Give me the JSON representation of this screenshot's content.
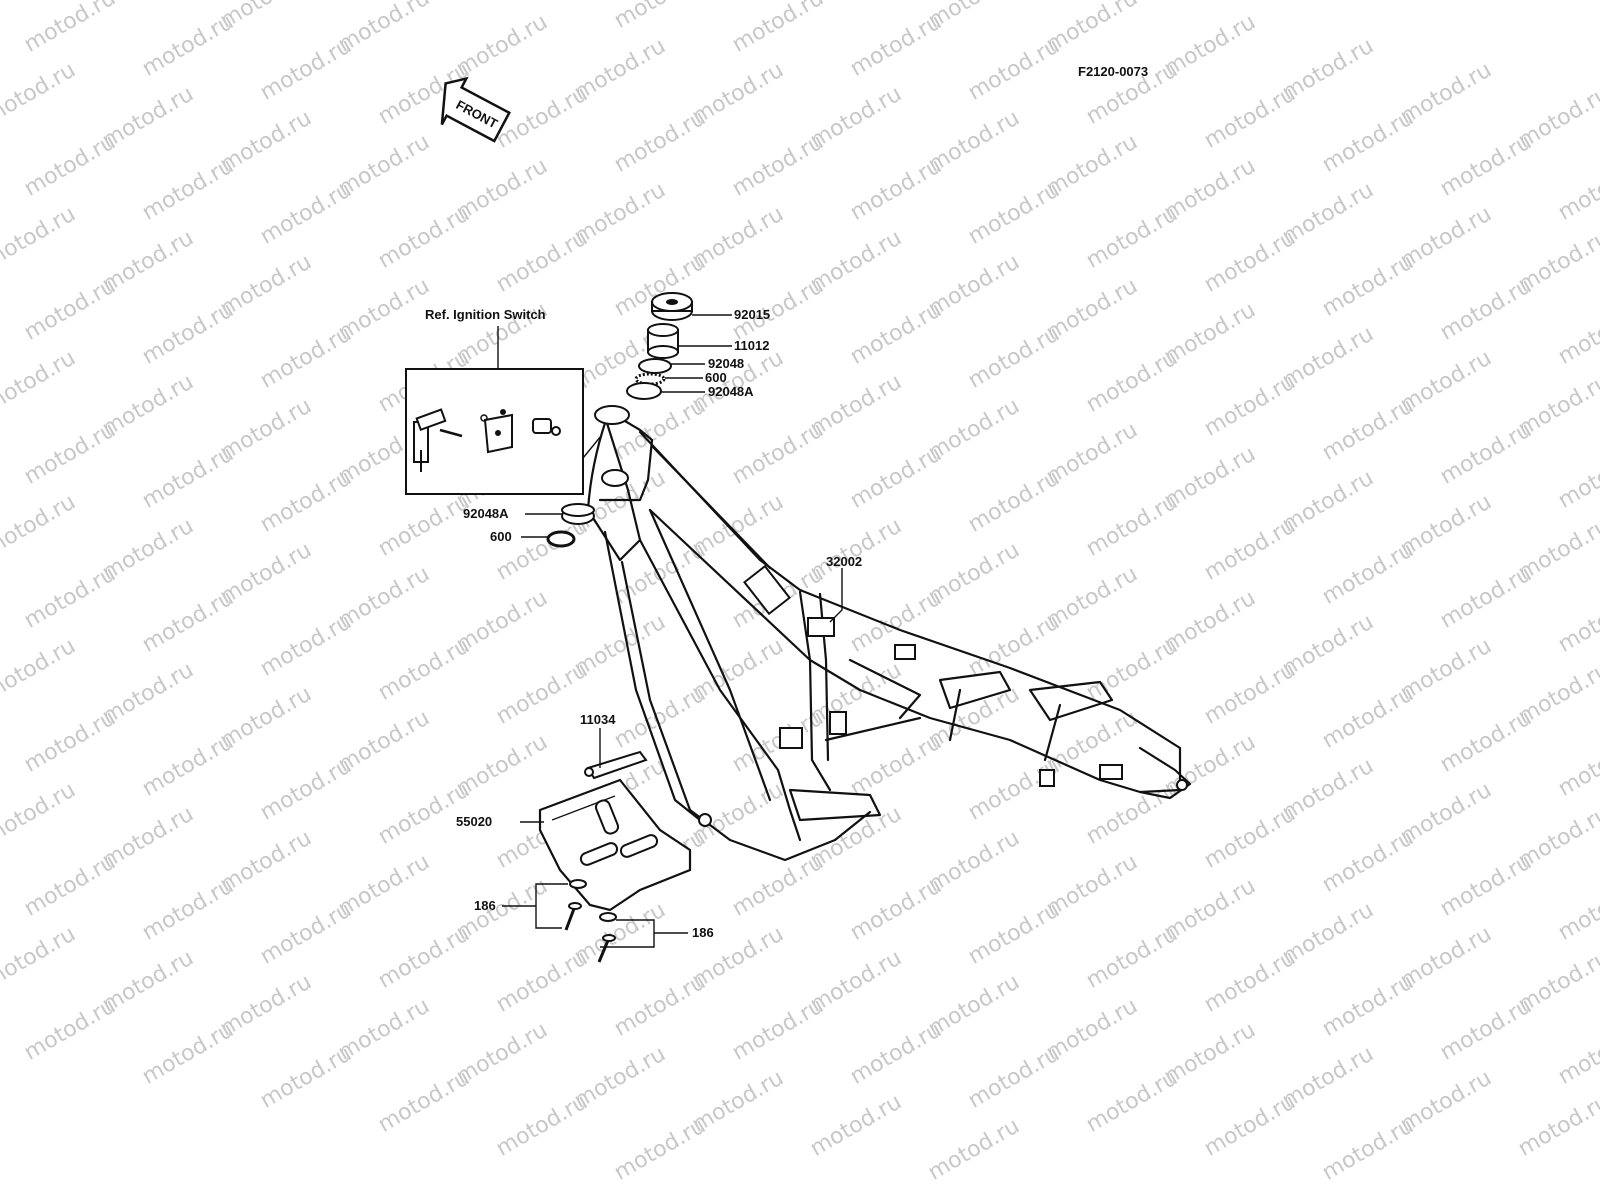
{
  "diagram_code": "F2120-0073",
  "front_arrow": {
    "text": "FRONT",
    "icon": "front-arrow-icon"
  },
  "watermark_text": "motod.ru",
  "inset": {
    "title": "Ref. Ignition Switch"
  },
  "parts": {
    "steering_nut": "92015",
    "head_cap": "11012",
    "upper_race": "92048",
    "upper_balls": "600",
    "upper_cup": "92048A",
    "lower_cup": "92048A",
    "lower_balls": "600",
    "frame": "32002",
    "bracket": "11034",
    "skid_plate": "55020",
    "bolts_left": "186",
    "bolts_right": "186"
  },
  "colors": {
    "ink": "#111111",
    "watermark": "#c8c8c8",
    "background": "#ffffff"
  }
}
